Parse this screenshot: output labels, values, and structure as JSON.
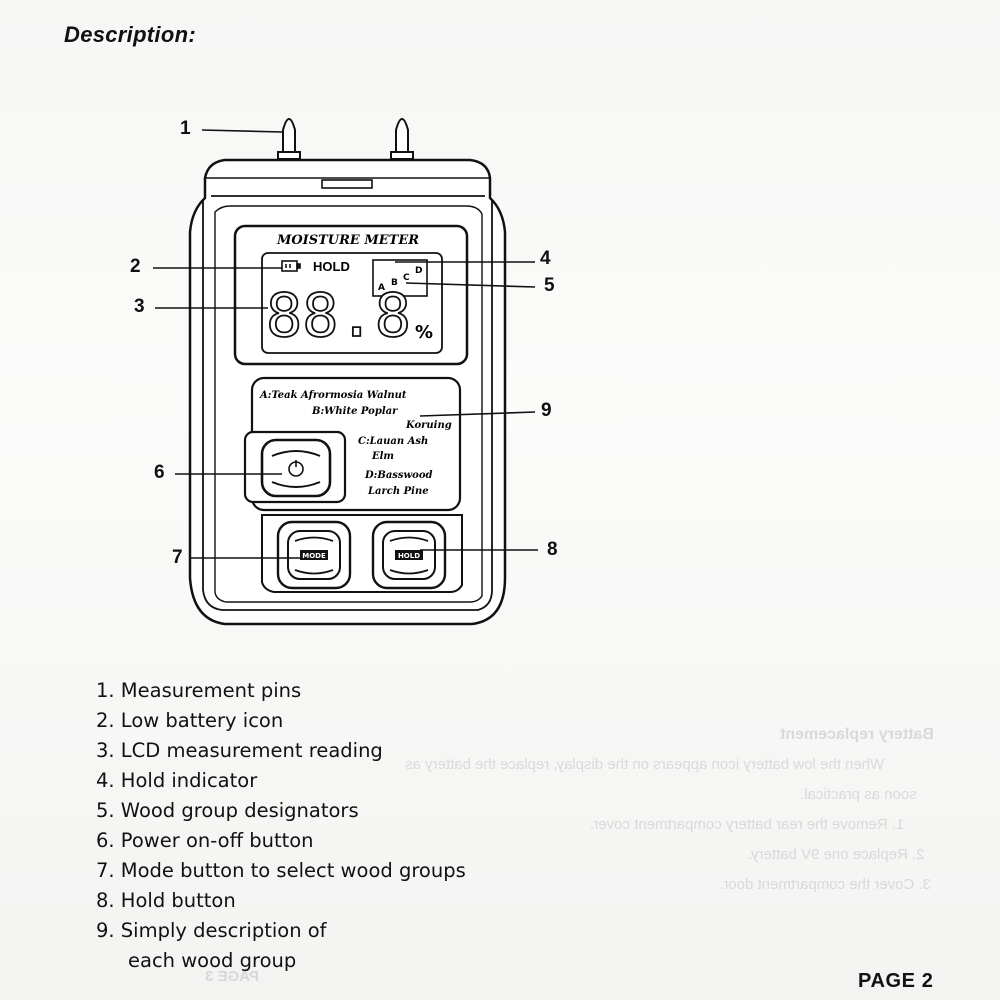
{
  "header": {
    "title": "Description:"
  },
  "footer": {
    "page": "PAGE 2"
  },
  "device": {
    "lcd_title": "MOISTURE METER",
    "hold_text": "HOLD",
    "reading_digits": "88.8",
    "unit": "%",
    "group_letters": [
      "A",
      "B",
      "C",
      "D"
    ],
    "wood_groups": [
      "A:Teak Afrormosia Walnut",
      "B:White Poplar",
      "Koruing",
      "C:Lauan Ash",
      "Elm",
      "D:Basswood",
      "Larch Pine"
    ],
    "mode_button_label": "MODE",
    "hold_button_label": "HOLD"
  },
  "callouts": [
    "1",
    "2",
    "3",
    "4",
    "5",
    "6",
    "7",
    "8",
    "9"
  ],
  "legend": {
    "items": [
      "1. Measurement pins",
      "2. Low battery icon",
      "3. LCD measurement reading",
      "4. Hold indicator",
      "5. Wood group designators",
      "6. Power on-off button",
      "7. Mode button to select wood groups",
      "8. Hold button",
      "9. Simply description of",
      "each wood group"
    ]
  },
  "show_through": {
    "lines": [
      "Battery replacement",
      "When the low battery icon appears on the display, replace the battery as",
      "soon as practical.",
      "1. Remove the rear battery compartment cover.",
      "2. Replace one 9V battery.",
      "3. Cover the compartment door.",
      "PAGE 3"
    ]
  }
}
